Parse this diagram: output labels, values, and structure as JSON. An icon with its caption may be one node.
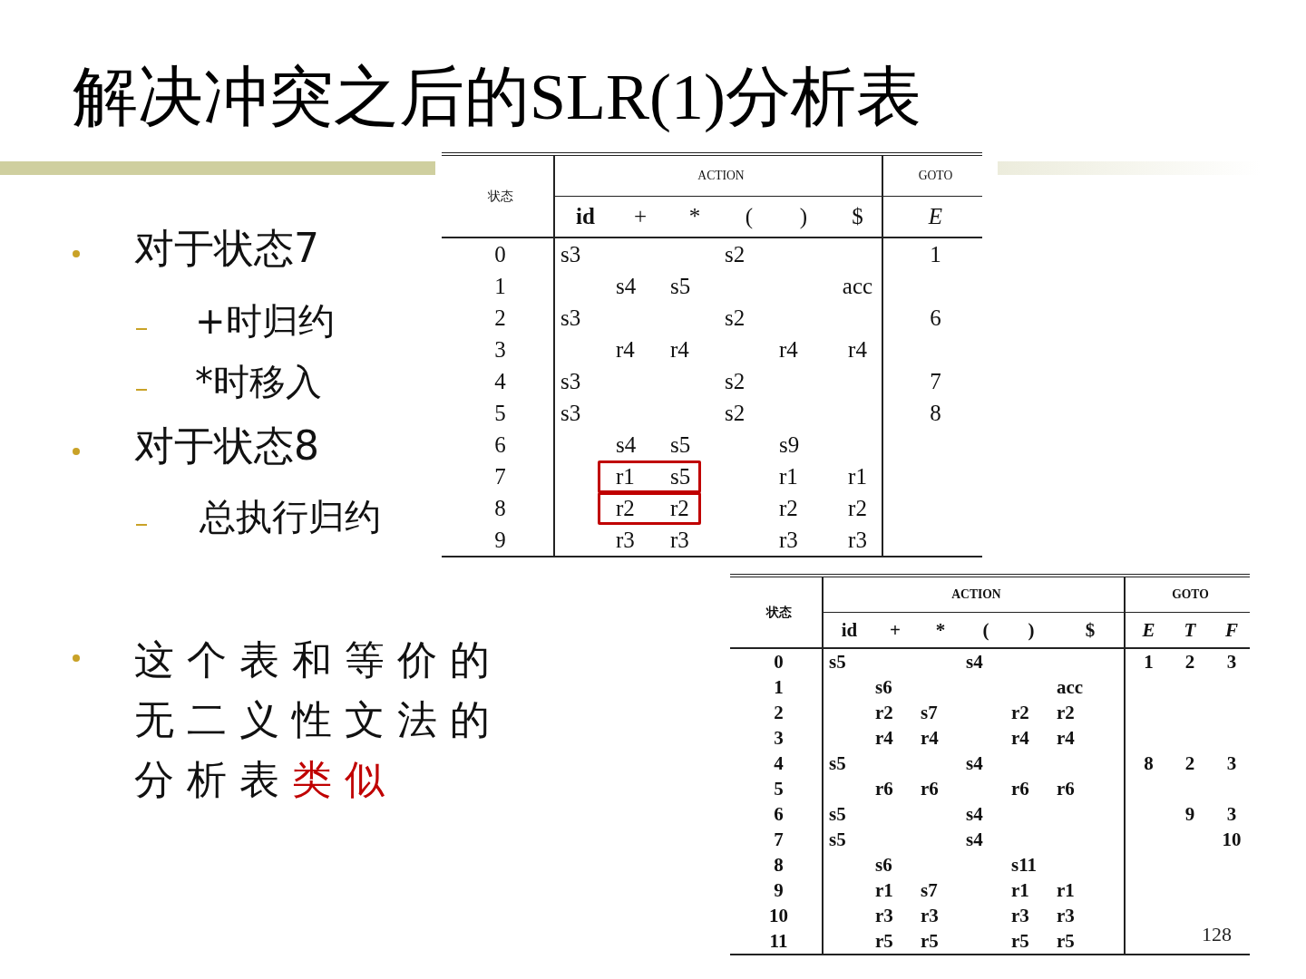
{
  "diagram": {
    "title": "解决冲突之后的SLR(1)分析表",
    "nodes": [
      {
        "text": [],
        "shape": "bar"
      },
      {
        "text": [],
        "shape": "bar"
      }
    ],
    "labels": [
      "对于状态7",
      "+时归约",
      "*时移入",
      "对于状态8",
      "总执行归约",
      "这个表和等价的无二义性文法的分析表",
      "类似",
      "状态",
      "ACTION",
      "GOTO",
      "id",
      "+",
      "*",
      "(",
      ")",
      "$",
      "E",
      "0",
      "s3",
      "s2",
      "1",
      "1",
      "s4",
      "s5",
      "acc",
      "2",
      "s3",
      "s2",
      "6",
      "3",
      "r4",
      "r4",
      "r4",
      "r4",
      "4",
      "s3",
      "s2",
      "7",
      "5",
      "s3",
      "s2",
      "8",
      "6",
      "s4",
      "s5",
      "s9",
      "7",
      "r1",
      "s5",
      "r1",
      "r1",
      "8",
      "r2",
      "r2",
      "r2",
      "r2",
      "9",
      "r3",
      "r3",
      "r3",
      "r3",
      "状态",
      "ACTION",
      "GOTO",
      "id",
      "+",
      "*",
      "(",
      ")",
      "$",
      "E",
      "T",
      "F",
      "0",
      "s5",
      "s4",
      "1",
      "2",
      "3",
      "1",
      "s6",
      "acc",
      "2",
      "r2",
      "s7",
      "r2",
      "r2",
      "3",
      "r4",
      "r4",
      "r4",
      "r4",
      "4",
      "s5",
      "s4",
      "8",
      "2",
      "3",
      "5",
      "r6",
      "r6",
      "r6",
      "r6",
      "6",
      "s5",
      "s4",
      "9",
      "3",
      "7",
      "s5",
      "s4",
      "10",
      "8",
      "s6",
      "s11",
      "9",
      "r1",
      "s7",
      "r1",
      "r1",
      "10",
      "r3",
      "r3",
      "r3",
      "r3",
      "11",
      "r5",
      "r5",
      "r5",
      "r5",
      "128"
    ]
  }
}
